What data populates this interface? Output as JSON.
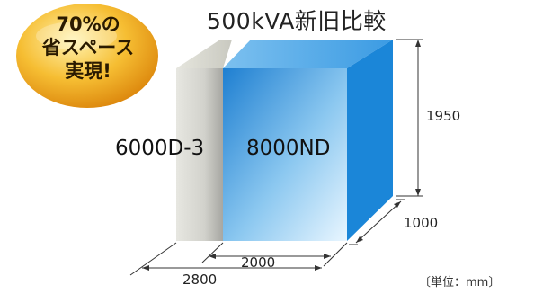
{
  "title": "500kVA新旧比較",
  "badge": {
    "line1": "70%の",
    "line2": "省スペース",
    "line3": "実現!"
  },
  "boxes": {
    "old": "6000D-3",
    "new": "8000ND"
  },
  "dimensions": {
    "height": "1950",
    "depth": "1000",
    "width_new": "2000",
    "width_old": "2800"
  },
  "unit": "〔単位：mm〕",
  "colors": {
    "new_box": "#1f84d6",
    "old_box": "#c9c9c4",
    "badge": "#f3a81f"
  }
}
